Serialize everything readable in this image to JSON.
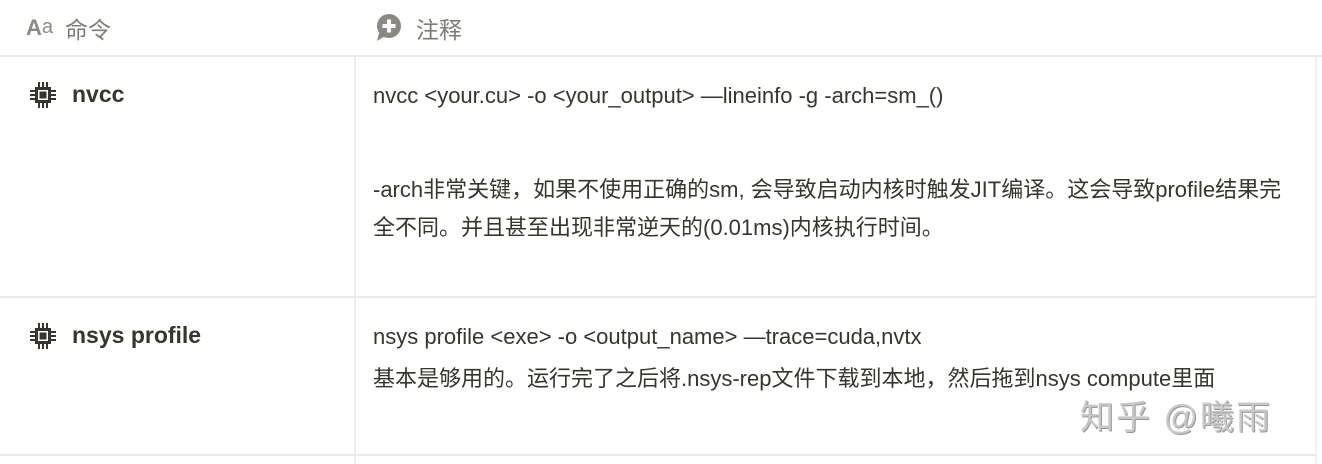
{
  "header": {
    "col_name": {
      "label": "命令",
      "icon": "text-aa-icon"
    },
    "col_note": {
      "label": "注释",
      "icon": "comment-plus-icon"
    }
  },
  "rows": [
    {
      "icon": "chip-icon",
      "name": "nvcc",
      "note": [
        "nvcc <your.cu> -o <your_output> —lineinfo -g -arch=sm_()",
        "-arch非常关键，如果不使用正确的sm, 会导致启动内核时触发JIT编译。这会导致profile结果完全不同。并且甚至出现非常逆天的(0.01ms)内核执行时间。"
      ]
    },
    {
      "icon": "chip-icon",
      "name": "nsys profile",
      "note": [
        "nsys profile <exe> -o <output_name> —trace=cuda,nvtx",
        "基本是够用的。运行完了之后将.nsys-rep文件下载到本地，然后拖到nsys compute里面"
      ]
    }
  ],
  "watermark": "知乎 @曦雨"
}
